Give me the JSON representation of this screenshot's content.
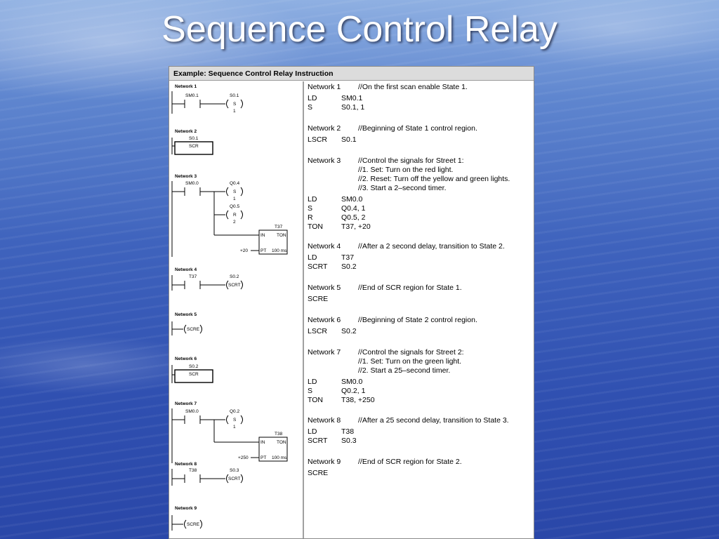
{
  "slide": {
    "title": "Sequence Control Relay"
  },
  "panel": {
    "header": "Example: Sequence Control Relay Instruction"
  },
  "ladder": {
    "network_labels": [
      "Network 1",
      "Network 2",
      "Network 3",
      "Network 4",
      "Network 5",
      "Network 6",
      "Network 7",
      "Network 8",
      "Network 9"
    ],
    "n1": {
      "contact": "SM0.1",
      "coil": "S0.1",
      "coil_type": "S",
      "count": "1"
    },
    "n2": {
      "addr": "S0.1",
      "box": "SCR"
    },
    "n3": {
      "contact": "SM0.0",
      "coil1": "Q0.4",
      "coil1_type": "S",
      "coil1_count": "1",
      "coil2": "Q0.5",
      "coil2_type": "R",
      "coil2_count": "2",
      "timer": "T37",
      "timer_type": "TON",
      "in": "IN",
      "pt": "PT",
      "preset": "+20",
      "base": "100 ms"
    },
    "n4": {
      "contact": "T37",
      "coil": "S0.2",
      "coil_type": "SCRT"
    },
    "n5": {
      "coil_type": "SCRE"
    },
    "n6": {
      "addr": "S0.2",
      "box": "SCR"
    },
    "n7": {
      "contact": "SM0.0",
      "coil": "Q0.2",
      "coil_type": "S",
      "count": "1",
      "timer": "T38",
      "timer_type": "TON",
      "in": "IN",
      "pt": "PT",
      "preset": "+250",
      "base": "100 ms"
    },
    "n8": {
      "contact": "T38",
      "coil": "S0.3",
      "coil_type": "SCRT"
    },
    "n9": {
      "coil_type": "SCRE"
    }
  },
  "stl": {
    "n1": {
      "label": "Network 1",
      "comment": "//On the first scan enable State 1.",
      "lines": [
        [
          "LD",
          "SM0.1"
        ],
        [
          "S",
          "S0.1, 1"
        ]
      ]
    },
    "n2": {
      "label": "Network 2",
      "comment": "//Beginning of State 1 control region.",
      "lines": [
        [
          "LSCR",
          "S0.1"
        ]
      ]
    },
    "n3": {
      "label": "Network 3",
      "comment": [
        "//Control the signals for Street 1:",
        "//1. Set: Turn on the red light.",
        "//2. Reset: Turn off the yellow and green lights.",
        "//3. Start a 2–second timer."
      ],
      "lines": [
        [
          "LD",
          "SM0.0"
        ],
        [
          "S",
          "Q0.4, 1"
        ],
        [
          "R",
          "Q0.5, 2"
        ],
        [
          "TON",
          "T37, +20"
        ]
      ]
    },
    "n4": {
      "label": "Network 4",
      "comment": "//After a 2 second delay, transition to State 2.",
      "lines": [
        [
          "LD",
          "T37"
        ],
        [
          "SCRT",
          "S0.2"
        ]
      ]
    },
    "n5": {
      "label": "Network 5",
      "comment": "//End of SCR region for State 1.",
      "lines": [
        [
          "SCRE",
          ""
        ]
      ]
    },
    "n6": {
      "label": "Network 6",
      "comment": "//Beginning of State 2 control region.",
      "lines": [
        [
          "LSCR",
          "S0.2"
        ]
      ]
    },
    "n7": {
      "label": "Network 7",
      "comment": [
        "//Control the signals for Street 2:",
        "//1. Set: Turn on the green light.",
        "//2. Start a 25–second timer."
      ],
      "lines": [
        [
          "LD",
          "SM0.0"
        ],
        [
          "S",
          "Q0.2, 1"
        ],
        [
          "TON",
          "T38, +250"
        ]
      ]
    },
    "n8": {
      "label": "Network 8",
      "comment": "//After a 25 second delay, transition to State 3.",
      "lines": [
        [
          "LD",
          "T38"
        ],
        [
          "SCRT",
          "S0.3"
        ]
      ]
    },
    "n9": {
      "label": "Network 9",
      "comment": "//End of SCR region for State 2.",
      "lines": [
        [
          "SCRE",
          ""
        ]
      ]
    }
  }
}
